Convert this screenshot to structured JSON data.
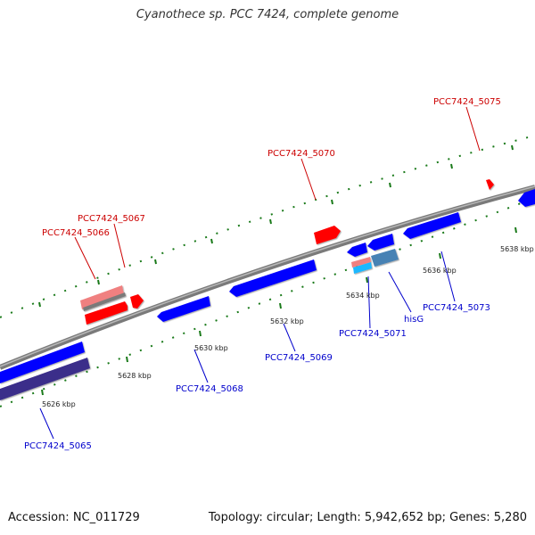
{
  "title": "Cyanothece sp. PCC 7424, complete genome",
  "footer": {
    "accession": "Accession: NC_011729",
    "summary": "Topology: circular; Length: 5,942,652 bp; Genes: 5,280"
  },
  "colors": {
    "forward_gene": "#ff0000",
    "forward_pseudo": "#f08080",
    "reverse_gene": "#0000ff",
    "reverse_light": "#1fb8ff",
    "reverse_steel": "#4682b4",
    "reverse_dark": "#3b2f8a",
    "backbone": "#808080",
    "tick_dots": "#1a7a1a",
    "forward_label": "#cc0000",
    "reverse_label": "#0000cc"
  },
  "scale_labels": [
    "5626 kbp",
    "5628 kbp",
    "5630 kbp",
    "5632 kbp",
    "5634 kbp",
    "5636 kbp",
    "5638 kbp"
  ],
  "forward_labels": [
    "PCC7424_5066",
    "PCC7424_5067",
    "PCC7424_5070",
    "PCC7424_5075"
  ],
  "reverse_labels": [
    "PCC7424_5065",
    "PCC7424_5068",
    "PCC7424_5069",
    "PCC7424_5071",
    "hisG",
    "PCC7424_5073"
  ]
}
